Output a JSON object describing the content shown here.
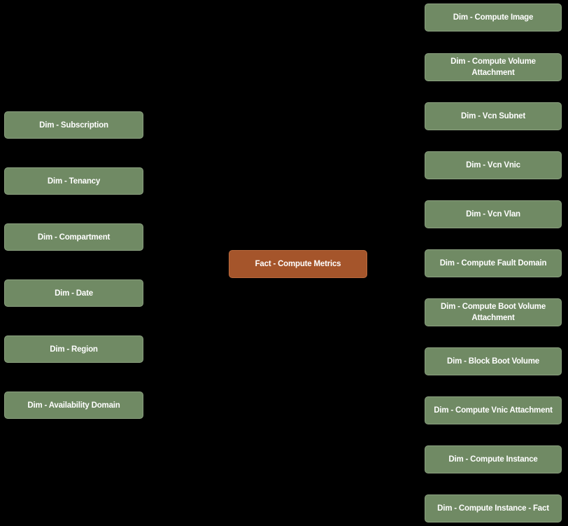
{
  "diagram": {
    "type": "star-schema-data-model",
    "background_color": "#000000",
    "colors": {
      "dimension_fill": "#708a64",
      "dimension_border": "#8ca180",
      "fact_fill": "#a5552b",
      "fact_border": "#b96a3d",
      "node_text": "#ffffff"
    },
    "fact": {
      "label": "Fact - Compute Metrics"
    },
    "left_nodes": [
      {
        "label": "Dim - Subscription"
      },
      {
        "label": "Dim - Tenancy"
      },
      {
        "label": "Dim - Compartment"
      },
      {
        "label": "Dim - Date"
      },
      {
        "label": "Dim - Region"
      },
      {
        "label": "Dim - Availability Domain"
      }
    ],
    "right_nodes": [
      {
        "label": "Dim - Compute Image"
      },
      {
        "label": "Dim - Compute Volume Attachment"
      },
      {
        "label": "Dim - Vcn Subnet"
      },
      {
        "label": "Dim - Vcn Vnic"
      },
      {
        "label": "Dim - Vcn Vlan"
      },
      {
        "label": "Dim - Compute Fault Domain"
      },
      {
        "label": "Dim - Compute Boot Volume Attachment"
      },
      {
        "label": "Dim - Block Boot Volume"
      },
      {
        "label": "Dim - Compute Vnic Attachment"
      },
      {
        "label": "Dim - Compute Instance"
      },
      {
        "label": "Dim - Compute Instance - Fact"
      }
    ]
  }
}
